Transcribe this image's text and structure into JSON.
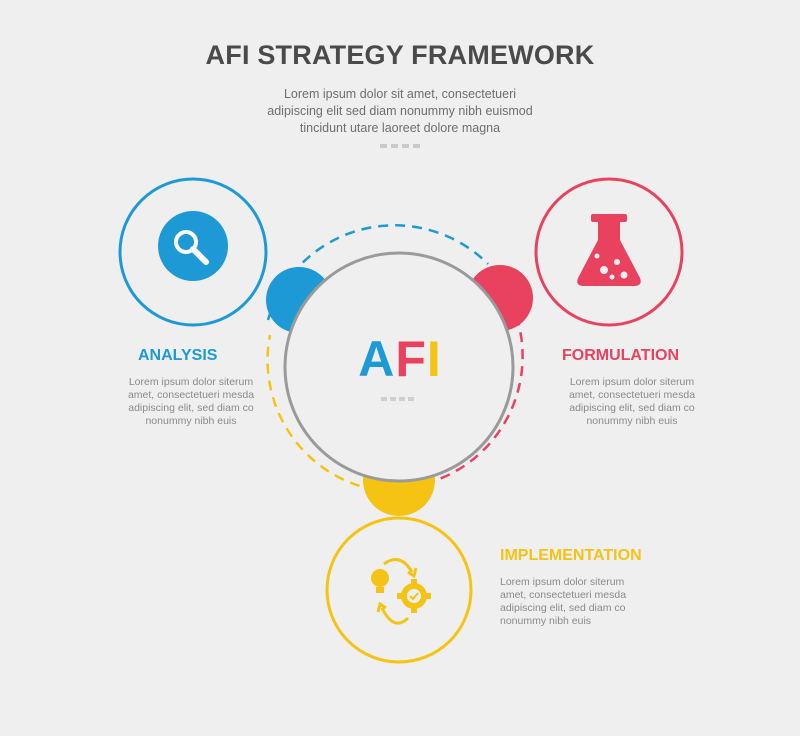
{
  "header": {
    "title": "AFI STRATEGY FRAMEWORK",
    "subtitle_lines": [
      "Lorem ipsum dolor sit amet, consectetueri",
      "adipiscing elit sed diam nonummy nibh euismod",
      "tincidunt utare laoreet dolore magna"
    ]
  },
  "center": {
    "letters": [
      "A",
      "F",
      "I"
    ],
    "letter_colors": [
      "#1d9ad6",
      "#e8425f",
      "#f5c314"
    ]
  },
  "colors": {
    "analysis": "#1d9ad6",
    "formulation": "#e8425f",
    "implementation": "#f5c314",
    "center_ring": "#9a9a9a"
  },
  "nodes": {
    "analysis": {
      "label": "ANALYSIS",
      "icon": "search-icon",
      "desc_lines": [
        "Lorem ipsum dolor siterum",
        "amet, consectetueri mesda",
        "adipiscing elit, sed diam co",
        "nonummy nibh euis"
      ]
    },
    "formulation": {
      "label": "FORMULATION",
      "icon": "flask-icon",
      "desc_lines": [
        "Lorem ipsum dolor siterum",
        "amet, consectetueri mesda",
        "adipiscing elit, sed diam co",
        "nonummy nibh euis"
      ]
    },
    "implementation": {
      "label": "IMPLEMENTATION",
      "icon": "idea-gear-cycle-icon",
      "desc_lines": [
        "Lorem ipsum dolor siterum",
        "amet, consectetueri mesda",
        "adipiscing elit, sed diam co",
        "nonummy nibh euis"
      ]
    }
  }
}
